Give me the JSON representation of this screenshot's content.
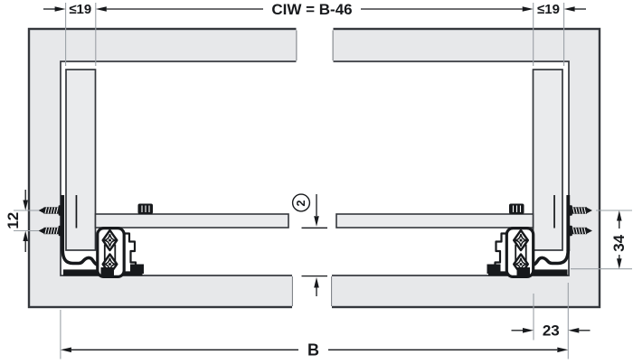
{
  "labels": {
    "side_thickness_left": "≤19",
    "interior_width_formula": "CIW = B-46",
    "side_thickness_right": "≤19",
    "screw_spacing": "12",
    "bottom_offset": "34",
    "rear_gap": "23",
    "cabinet_width": "B",
    "callout_number": "2"
  },
  "colors": {
    "panel_fill": "#e7e8ea",
    "outline": "#34373c",
    "dimension_line": "#17191c",
    "extension_line": "#9aa0a6",
    "hardware": "#17191c"
  }
}
